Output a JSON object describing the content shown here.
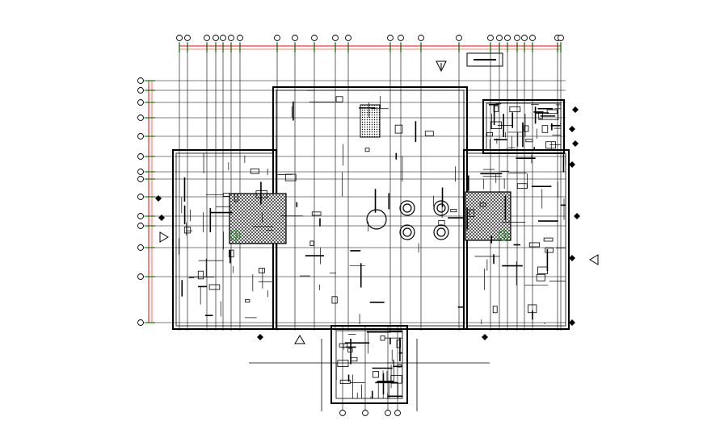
{
  "drawing": {
    "kind": "architectural floor plan (CAD)",
    "colors": {
      "background": "#ffffff",
      "linework": "#000000",
      "dimension_line": "#ff0000",
      "dimension_tick": "#00cc00",
      "hatch": "#000000"
    },
    "grid_bubbles_top_count": 24,
    "grid_bubbles_left_count": 14,
    "grid_bubbles_bottom_count": 4,
    "icons": [
      "north-arrow-icon",
      "section-marker-icon",
      "column-grid-bubble-icon"
    ]
  }
}
